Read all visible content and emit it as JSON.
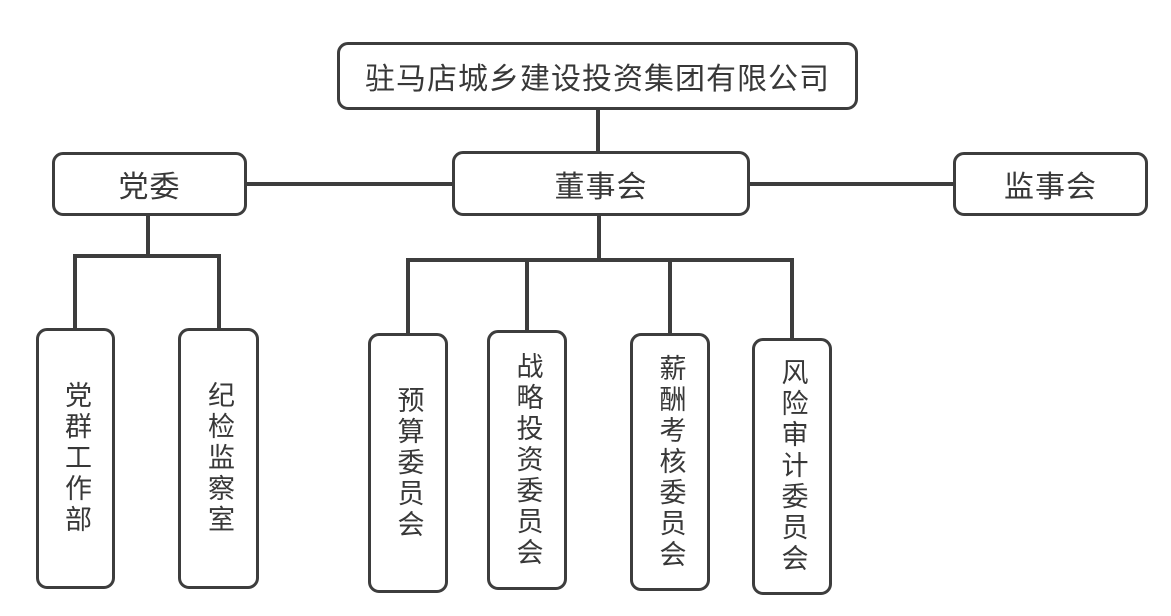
{
  "org_chart": {
    "root": {
      "label": "驻马店城乡建设投资集团有限公司"
    },
    "level2": [
      {
        "label": "党委"
      },
      {
        "label": "董事会"
      },
      {
        "label": "监事会"
      }
    ],
    "party_branch": [
      {
        "label": "党群工作部"
      },
      {
        "label": "纪检监察室"
      }
    ],
    "board_branch": [
      {
        "label": "预算委员会"
      },
      {
        "label": "战略投资委员会"
      },
      {
        "label": "薪酬考核委员会"
      },
      {
        "label": "风险审计委员会"
      }
    ],
    "colors": {
      "line": "#3d3d3d",
      "box_border": "#3d3d3d",
      "text": "#383838",
      "background": "#ffffff"
    }
  }
}
